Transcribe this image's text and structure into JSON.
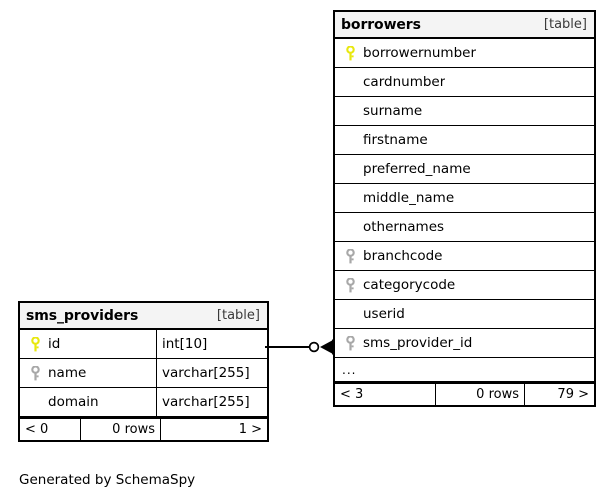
{
  "diagram": {
    "caption": "Generated by SchemaSpy",
    "background": "#ffffff",
    "pk_key_color": "#e8e80f",
    "fk_key_color": "#a8a8a8",
    "line_color": "#000000"
  },
  "tables": {
    "borrowers": {
      "name": "borrowers",
      "tag": "[table]",
      "columns": [
        {
          "name": "borrowernumber",
          "key": "primary"
        },
        {
          "name": "cardnumber",
          "key": "none"
        },
        {
          "name": "surname",
          "key": "none"
        },
        {
          "name": "firstname",
          "key": "none"
        },
        {
          "name": "preferred_name",
          "key": "none"
        },
        {
          "name": "middle_name",
          "key": "none"
        },
        {
          "name": "othernames",
          "key": "none"
        },
        {
          "name": "branchcode",
          "key": "foreign"
        },
        {
          "name": "categorycode",
          "key": "foreign"
        },
        {
          "name": "userid",
          "key": "none"
        },
        {
          "name": "sms_provider_id",
          "key": "foreign"
        }
      ],
      "more_indicator": "...",
      "footer": {
        "left": "< 3",
        "middle": "0 rows",
        "right": "79 >"
      }
    },
    "sms_providers": {
      "name": "sms_providers",
      "tag": "[table]",
      "columns": [
        {
          "name": "id",
          "type": "int[10]",
          "key": "primary"
        },
        {
          "name": "name",
          "type": "varchar[255]",
          "key": "foreign"
        },
        {
          "name": "domain",
          "type": "varchar[255]",
          "key": "none"
        }
      ],
      "footer": {
        "left": "< 0",
        "middle": "0 rows",
        "right": "1 >"
      }
    }
  },
  "relationship": {
    "from_table": "sms_providers",
    "from_column": "id",
    "to_table": "borrowers",
    "to_column": "sms_provider_id",
    "from_cardinality": "one",
    "to_cardinality": "many"
  }
}
